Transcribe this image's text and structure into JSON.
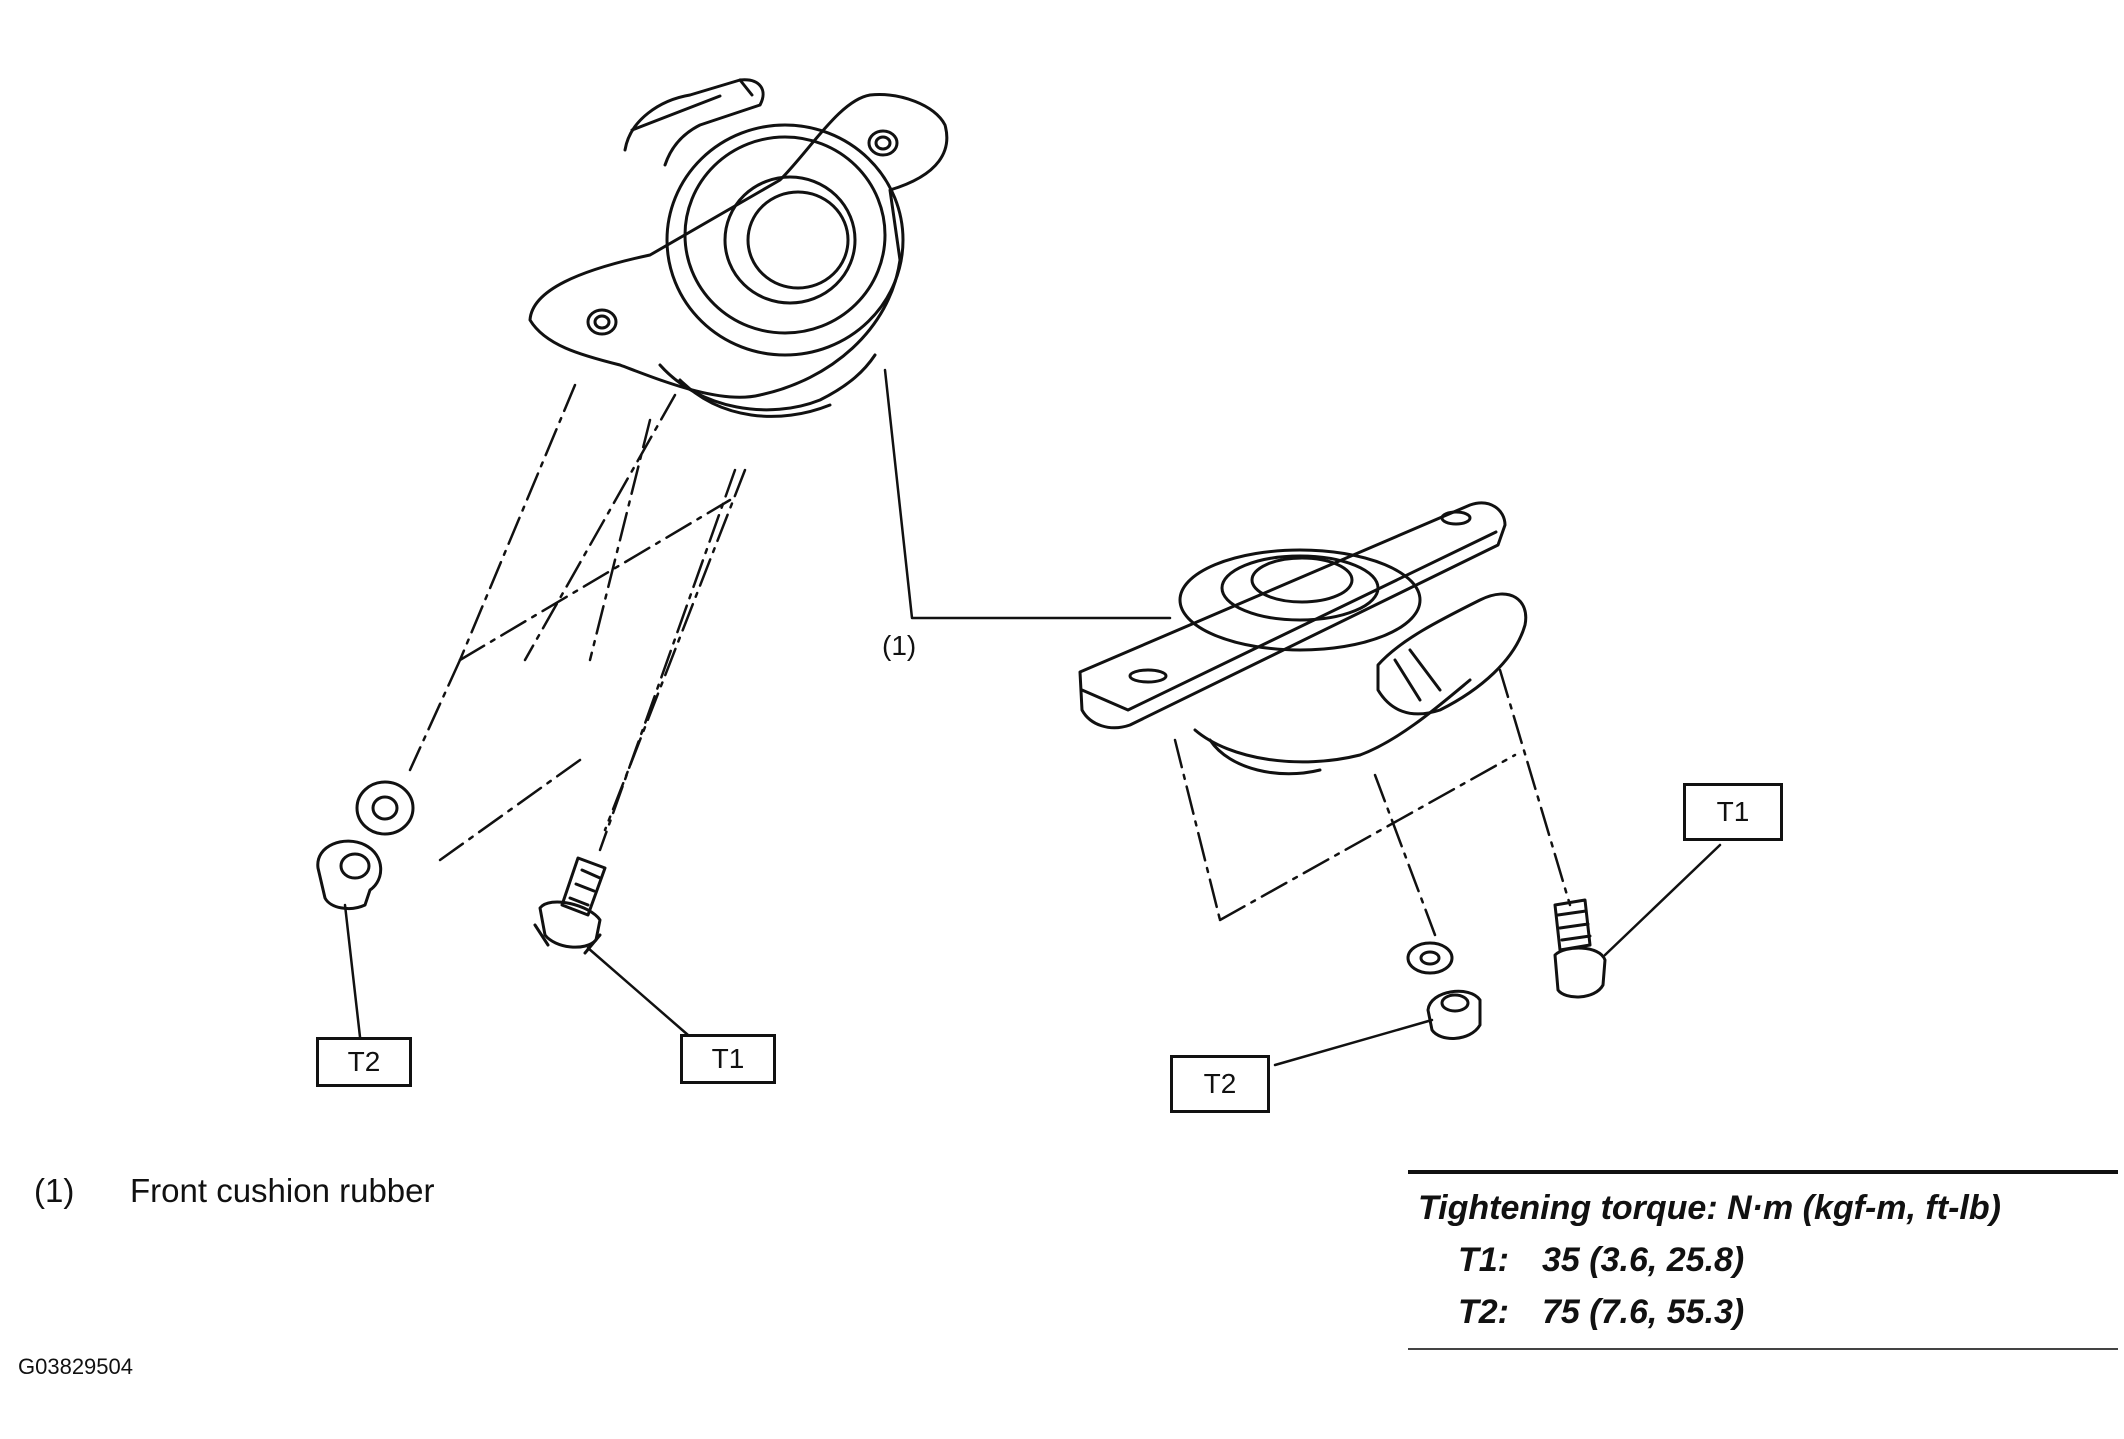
{
  "callouts": {
    "part1": "(1)",
    "tags": {
      "t1_left": "T1",
      "t2_left": "T2",
      "t1_right": "T1",
      "t2_right": "T2"
    }
  },
  "legend": {
    "number": "(1)",
    "text": "Front cushion rubber"
  },
  "torque_table": {
    "title": "Tightening torque: N·m (kgf-m, ft-lb)",
    "specs": [
      {
        "label": "T1:",
        "value": "35 (3.6, 25.8)"
      },
      {
        "label": "T2:",
        "value": "75 (7.6, 55.3)"
      }
    ]
  },
  "figure_id": "G03829504"
}
